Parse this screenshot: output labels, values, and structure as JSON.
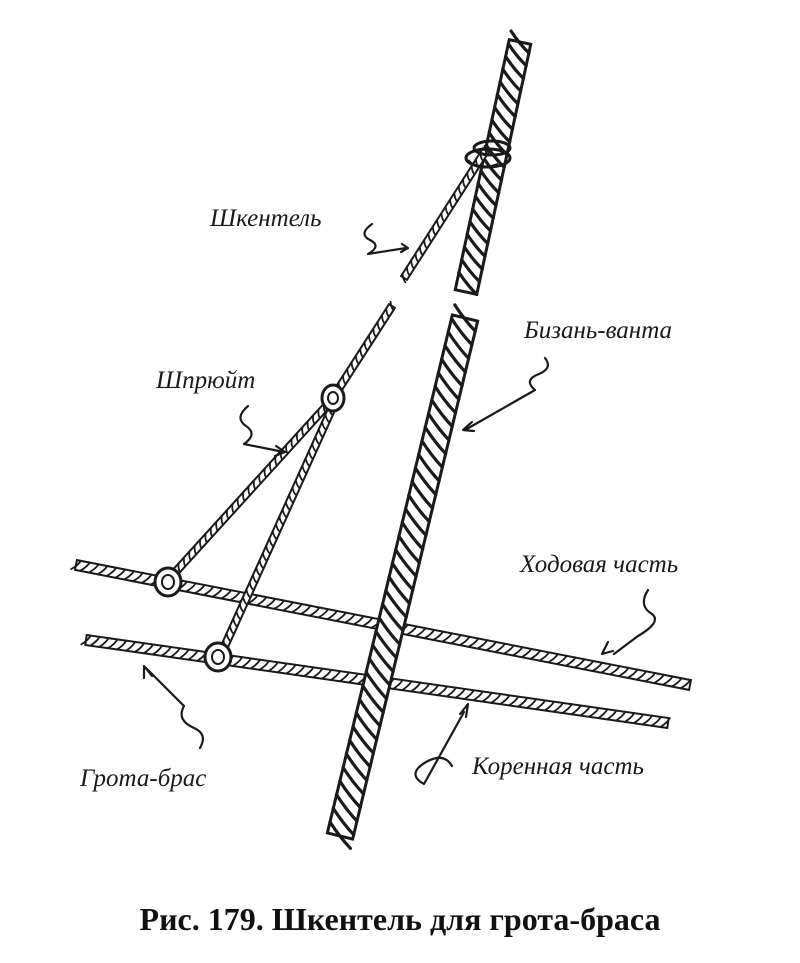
{
  "labels": {
    "shkentel": "Шкентель",
    "bizan_vanta": "Бизань-ванта",
    "shpryuit": "Шпрюйт",
    "khodovaya": "Ходовая часть",
    "grota_bras": "Грота-брас",
    "korennaya": "Коренная часть"
  },
  "caption": "Рис. 179. Шкентель для грота-браса",
  "colors": {
    "ink": "#1a1a1a",
    "paper": "#ffffff"
  }
}
